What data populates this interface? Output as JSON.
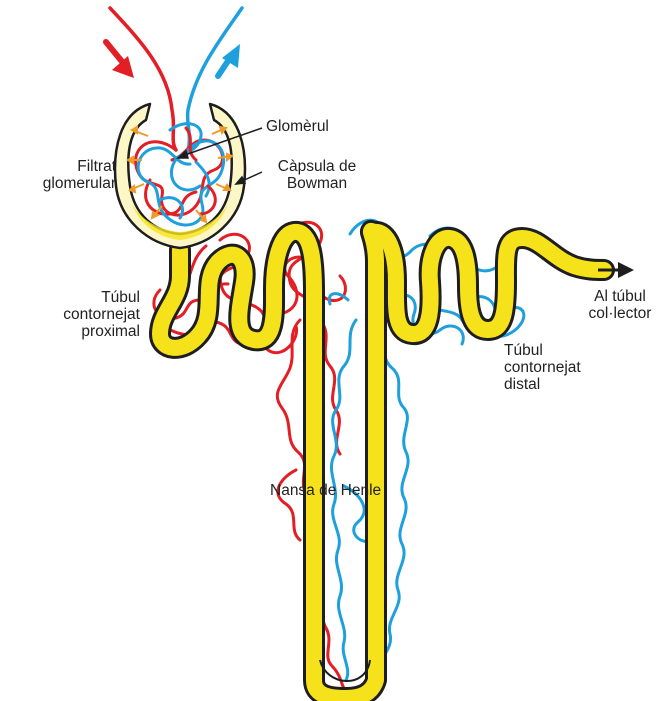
{
  "labels": {
    "glomerul": "Glomèrul",
    "capsula": [
      "Càpsula de",
      "Bowman"
    ],
    "filtrat": [
      "Filtrat",
      "glomerular"
    ],
    "proximal": [
      "Túbul",
      "contornejat",
      "proximal"
    ],
    "distal": [
      "Túbul",
      "contornejat",
      "distal"
    ],
    "collector": [
      "Al túbul",
      "col·lector"
    ],
    "henle": "Nansa de Henle"
  },
  "colors": {
    "tubule": "#f6e21a",
    "tubule_outline": "#1e1e1e",
    "capsule_fill": "#fdf7c8",
    "artery": "#e31e24",
    "vein": "#1ea0dd",
    "arrow": "#1e1e1e",
    "filtration_arrow": "#f09a2a"
  },
  "icons": [
    "red-inflow-arrow-icon",
    "blue-outflow-arrow-icon",
    "black-output-arrow-icon"
  ]
}
